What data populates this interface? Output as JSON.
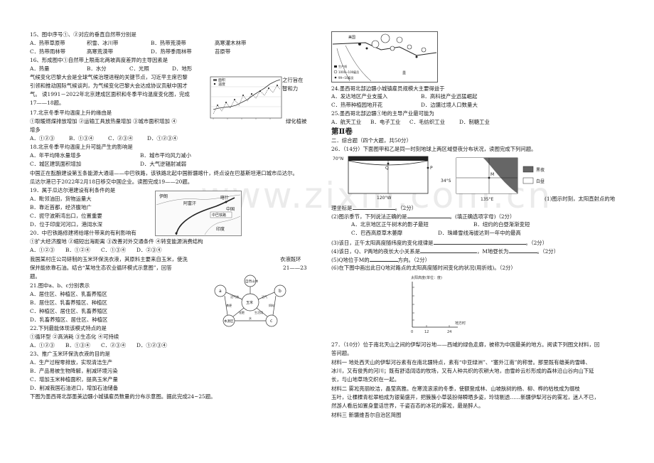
{
  "watermark": "www.zixin.com.cn",
  "left": {
    "q15": "15、图中序号①、②对应的垂直自然带分别是",
    "q15_opts": [
      "A．热带草原带",
      "积雪、冰川带",
      "B．热带荒漠带",
      "高寒灌木林带"
    ],
    "q15_opts2": [
      "C．热带雨林带",
      "高寒荒漠带",
      "D．热带季雨林带",
      "苔原带"
    ],
    "q16": "16、形成图中①自然带上限南北两坡高度差异的主导因素是",
    "q16_opts": [
      "A．热量",
      "B．水分",
      "C．光照",
      "D．地形"
    ],
    "intro1a": "气候变化巴黎大会是全球气候治理进程的关键节点，习近平主席巴黎",
    "intro1b": "之行旨在",
    "intro1c": "引领和推动国际气候谈判，为气候变化巴黎大会达成协议贡献中国才",
    "intro1d": "智和力",
    "intro1e": "气。  读1991－2022年北京建成区面积和冬季平均温度变化图，完成",
    "intro1f": "17——18题。",
    "q17": "17.北京冬季平均温度上升的缘由是",
    "q17_opts": "①取暖燃煤排放增加  ②运输工具放热量增加  ③城市面积增加    ④",
    "q17_opts_tail": "绿化植被",
    "q17_opts2": "增多",
    "q17_opts3": [
      "A．①②③",
      "B．①③④",
      "C．②③④",
      "D．①②③④"
    ],
    "q18": "18.北京冬季平均温度上升可能产生的影响是",
    "q18_a": "A．年平均降水量增多",
    "q18_b": "B．城市平均风力减小",
    "q18_c": "C．城区建筑面积增加",
    "q18_d": "D．大气逆辐射减弱",
    "intro2a": "中国正在酝酿建设第五条能源大通道——中巴铁路，该铁路北起中国新疆喀什，终点设在巴基斯坦港口城市瓜达尔。",
    "intro2b": "瓜达尔港已于2022年2月18日移交中国企业。读图完成19——20题。",
    "q19": "19．属于瓜达尔港建设有利条件的是",
    "q19_a": "A．毗邻油田，货物运量大",
    "q19_b": "B．靠近首都，经济腹地广",
    "q19_c": "C．扼守波斯湾出口，位置重要",
    "q19_d": "D．位于印度河河口，港阔水深",
    "q20": "20．中巴铁路修建将给喀什带来的有利影响有",
    "q20_opts": "①扩大经济腹地  ②缩短出海距离  ③改善对外交通条件  ④转变能源消费结构",
    "q20_opts2": [
      "A．①②③",
      "B．①②④",
      "C．①③④",
      "D．②③④"
    ],
    "intro3a": "我国某村庄公司研制的玉米环保洗衣液，其原料主要来自玉米，使洗",
    "intro3b": "衣液既环",
    "intro3c": "保并能依靠石油。结合“某地生态农业循环模式示意图”，回答",
    "intro3d": "21——23",
    "intro3e": "题。",
    "q21": "21.图中a、b、c分别表示",
    "q21_a": "A．居住区、种植区、乳畜养殖区",
    "q21_b": "B．居住区、乳畜养殖区、种植区",
    "q21_c": "C．种植区、居住区、乳畜养殖区",
    "q21_d": "D．乳畜养殖区、居住区、种植区",
    "q22": "22.下列最能体现该模式特点的是",
    "q22_opts": "①循环型  ②高消耗  ③生态化  ④可持续",
    "q22_opts2": [
      "A．①②③",
      "B．①③④",
      "C．②③④",
      "D．①②③④"
    ],
    "q23": "23、推广玉米环保洗衣液的目的是",
    "q23_a": "A．生产过程零排放，实现清洁生产",
    "q23_b": "B．产品易被生物降解，削减环境污染",
    "q23_c": "C．增加玉米种植面积，提高玉米产量",
    "q23_d": "D．削减我国石油进口，增加石油储备",
    "intro4": "下图为墨西哥北部墨美边疆小城镇雇员数量的分布示意图。据此完成24~25题。"
  },
  "cycle": {
    "center": "玉米",
    "top": "自然山林",
    "a": "a",
    "b": "b",
    "c": "c",
    "left": "本源区",
    "n1": "沼气池",
    "n2": "沼气",
    "n3": "化肥",
    "n4": "生活用",
    "n5": "饲料",
    "n6": "粪便",
    "n7": "水"
  },
  "right": {
    "q24": "24.墨西哥北部边疆小城镇雇员规模大主要得益于",
    "q24_a": "A．发达地区产业支援入",
    "q24_b": "B．高科技产业迅猛崛起",
    "q24_c": "C．热带种植园地开花",
    "q24_d": "D．边疆过境人口数量大",
    "q25": "25.墨西哥北部边疆①地的主导产业最可能为",
    "q25_opts": [
      "A．航天工业",
      "B．电子工业",
      "C．毛纺织工业",
      "D．制糖工业"
    ],
    "part2": "第Ⅱ卷",
    "part2_sub": "二．综合题（四个大题，共50分）",
    "q26": "26．（14分）下面图甲和乙是同一时刻地球上两区域昼夜分布状况，读图完成下列问题。",
    "q26_1": "(1)图示时刻，太阳直射点的地",
    "q26_1b": "理坐标是",
    "q26_1c": "。（2分）",
    "q26_2": "(2)图示季节，下列说法正确的是",
    "q26_2b": "。(填正确选项字母)（2分）",
    "q26_2_a": "A．北京地区正午树木的影子最短",
    "q26_2_b": "B．纽约的白昼渐渐变短",
    "q26_2_c": "C．巴西高原草木萎靡",
    "q26_2_d": "D．珠峰雪线海拔达到一年中的最高",
    "q26_3": "(3)该日，正午太阳高度随纬度的变化规律是",
    "q26_3b": "。（2分）",
    "q26_4": "(4)该日，Q、P两地的夜长大小关系是",
    "q26_4b": "，M地昼长为",
    "q26_4c": "。（2分）",
    "q26_5": "(5)Q地位于M的",
    "q26_5b": "方向。（2分）",
    "q26_6": "(6)在下图中画出此日Q地对路点的太阳高度随时间变化的状况(用折线)。（2分）",
    "q27": "27．（10分）位于南北天山之间的伊犁河谷地——西域的绿色走廊，被称为中国最美的地方。阅读下列图文材料，回",
    "q27b": "答问题。",
    "m1a": "材料一  地处西天山的伊犁河谷素有在南北疆特点，素有“中亚绿洲”、“塞外江南”的称誉。那里既有雄美的雪峰、",
    "m1b": "冰川，又有俊秀的河川；既有舒适阔适的牧场，又有人种共织的农耕大地，由雪岭云杉形成的森林沿山谷向山下延",
    "m1c": "长，与山地草场交织在一起。",
    "m2a": "材料二  雾凇亮丽皎洁，晶莹高雅。在寒流滚滚的冬季，使额登成林、山坡肤树的杨、柳、桦的枯枝成为缀枝",
    "m2b": "玉叶，让棵棵青松翠柏成为银菊盛开，把簇簇小草装扮得瞬晒多姿，玲珑剔透……新疆伊犁河谷的雾凇，迷人不已，",
    "m2c": "然游人看后如置身童话世界，千姿百态的冰花的雾凇，最是醉人。",
    "m3": "材料三  新疆维吾尔自治区简图"
  },
  "map_labels": {
    "seg_a": "生产线",
    "seg_b": "1000~100雇员",
    "seg_c": "99~10雇员",
    "rio": "墨",
    "seg_d": "美国"
  },
  "fig_jia": {
    "lat": "70°N",
    "lon": "120°W",
    "q": "Q",
    "p": "P"
  },
  "fig_yi": {
    "lat": "34°S",
    "lon": "135°E",
    "m": "M",
    "legend_dark": "黑夜",
    "legend_light": "白昼"
  },
  "sun_chart": {
    "ylabel": "太阳高度(单位：度)",
    "xlabel": "地方时",
    "x_ticks": [
      "0",
      "12",
      "24"
    ]
  },
  "beijing_chart": {
    "legend1": "面积",
    "legend2": "温度"
  },
  "corridor_map": {
    "l1": "伊朗",
    "l2": "阿富汗",
    "l3": "喀什",
    "l4": "中国",
    "l5": "中巴铁路",
    "l6": "印度"
  }
}
